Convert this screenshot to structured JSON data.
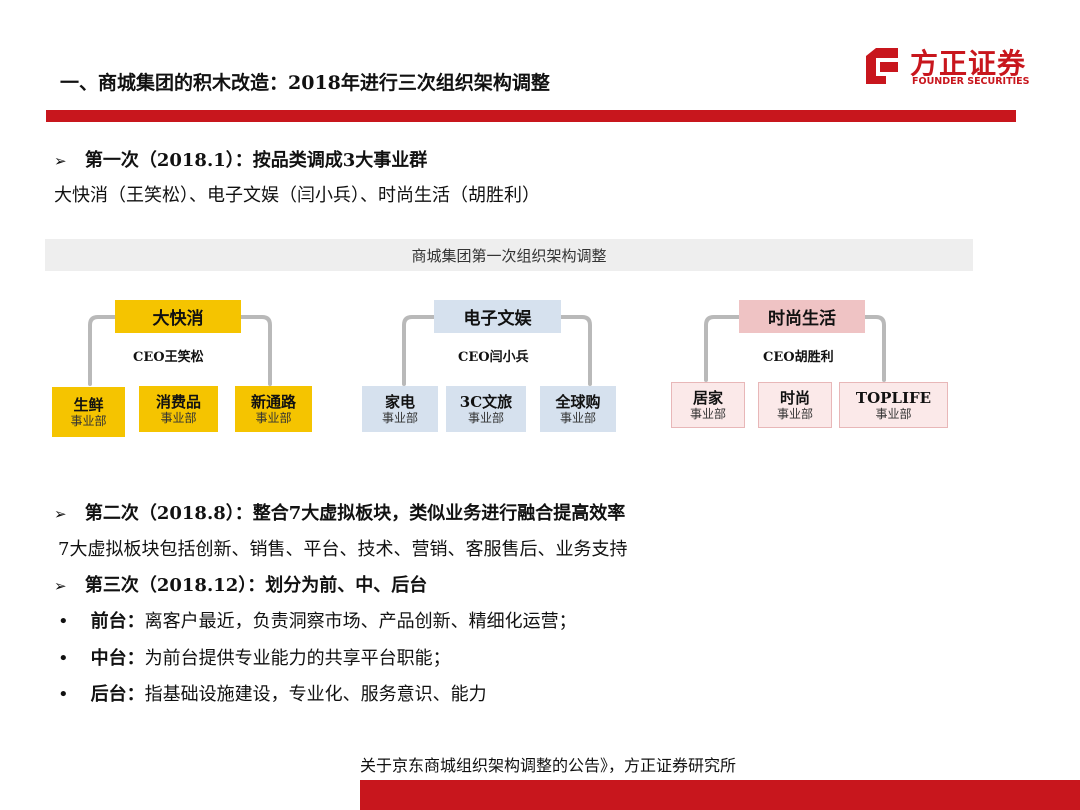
{
  "header": {
    "title": "一、商城集团的积木改造：2018年进行三次组织架构调整",
    "logo_cn": "方正证券",
    "logo_en": "FOUNDER SECURITIES"
  },
  "section1": {
    "arrow": "➢",
    "heading": "第一次（2018.1）：按品类调成3大事业群",
    "desc": "大快消（王笑松）、电子文娱（闫小兵）、时尚生活（胡胜利）"
  },
  "org": {
    "banner": "商城集团第一次组织架构调整",
    "groups": [
      {
        "name": "大快消",
        "ceo": "CEO王笑松",
        "units": [
          {
            "l1": "生鲜",
            "l2": "事业部"
          },
          {
            "l1": "消费品",
            "l2": "事业部"
          },
          {
            "l1": "新通路",
            "l2": "事业部"
          }
        ]
      },
      {
        "name": "电子文娱",
        "ceo": "CEO闫小兵",
        "units": [
          {
            "l1": "家电",
            "l2": "事业部"
          },
          {
            "l1": "3C文旅",
            "l2": "事业部"
          },
          {
            "l1": "全球购",
            "l2": "事业部"
          }
        ]
      },
      {
        "name": "时尚生活",
        "ceo": "CEO胡胜利",
        "units": [
          {
            "l1": "居家",
            "l2": "事业部"
          },
          {
            "l1": "时尚",
            "l2": "事业部"
          },
          {
            "l1": "TOPLIFE",
            "l2": "事业部"
          }
        ]
      }
    ],
    "colors": {
      "group1": "#f5c400",
      "group2": "#d6e1ee",
      "group3": "#efc3c4"
    }
  },
  "section2": {
    "arrow": "➢",
    "heading": "第二次（2018.8）：整合7大虚拟板块，类似业务进行融合提高效率",
    "desc": "7大虚拟板块包括创新、销售、平台、技术、营销、客服售后、业务支持"
  },
  "section3": {
    "arrow": "➢",
    "heading": "第三次（2018.12）：划分为前、中、后台",
    "bullets": [
      {
        "label": "前台：",
        "text": "离客户最近，负责洞察市场、产品创新、精细化运营；"
      },
      {
        "label": "中台：",
        "text": "为前台提供专业能力的共享平台职能；"
      },
      {
        "label": "后台：",
        "text": "指基础设施建设，专业化、服务意识、能力"
      }
    ]
  },
  "footer": {
    "source": "关于京东商城组织架构调整的公告》，方正证券研究所"
  },
  "brand_color": "#c8161d"
}
